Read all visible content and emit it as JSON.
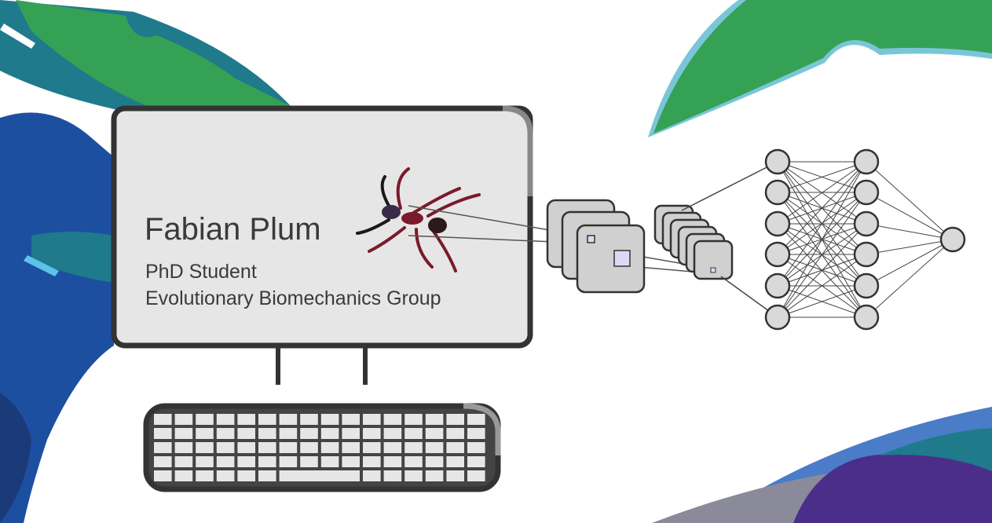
{
  "card": {
    "name": "Fabian Plum",
    "role": "PhD Student",
    "group": "Evolutionary Biomechanics Group"
  },
  "colors": {
    "leaf_teal": "#1f7a8c",
    "leaf_green": "#35a155",
    "leaf_blue": "#1d4fa0",
    "screen": "#e6e6e6",
    "outline": "#333333",
    "node": "#d9d9d9",
    "ant": "#7a1a2a"
  },
  "network": {
    "hidden_layers": [
      6,
      6
    ],
    "outputs": 1
  }
}
